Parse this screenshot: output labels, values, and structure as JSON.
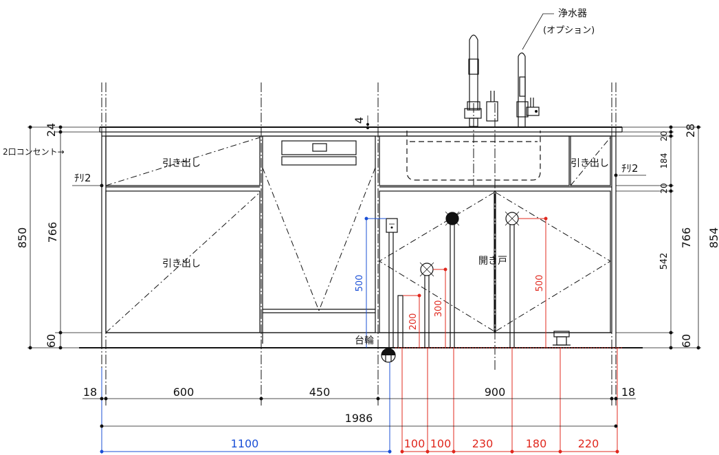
{
  "labels": {
    "purifier": "浄水器",
    "option": "(オプション)",
    "outlet": "2口コンセント→",
    "chiri_left": "ﾁﾘ2",
    "chiri_right": "ﾁﾘ2",
    "drawer_top": "引き出し",
    "drawer_main": "引き出し",
    "drawer_sink": "引き出し",
    "hinged_door": "開き戸",
    "base": "台輪"
  },
  "dims": {
    "left_24": "24",
    "left_850": "850",
    "left_766": "766",
    "left_60": "60",
    "top_4": "4",
    "right_20a": "20",
    "right_28": "28",
    "right_184": "184",
    "right_20b": "20",
    "right_766": "766",
    "right_854": "854",
    "right_542": "542",
    "right_60": "60",
    "blue_500": "500",
    "red_200": "200",
    "red_300": "300",
    "red_500": "500",
    "bot_18a": "18",
    "bot_600": "600",
    "bot_450": "450",
    "bot_900": "900",
    "bot_18b": "18",
    "bot_1986": "1986",
    "bot_1100": "1100",
    "bot_100a": "100",
    "bot_100b": "100",
    "bot_230": "230",
    "bot_180": "180",
    "bot_220": "220"
  },
  "colors": {
    "line": "#111111",
    "red": "#e0281e",
    "blue": "#1a4fd6"
  }
}
